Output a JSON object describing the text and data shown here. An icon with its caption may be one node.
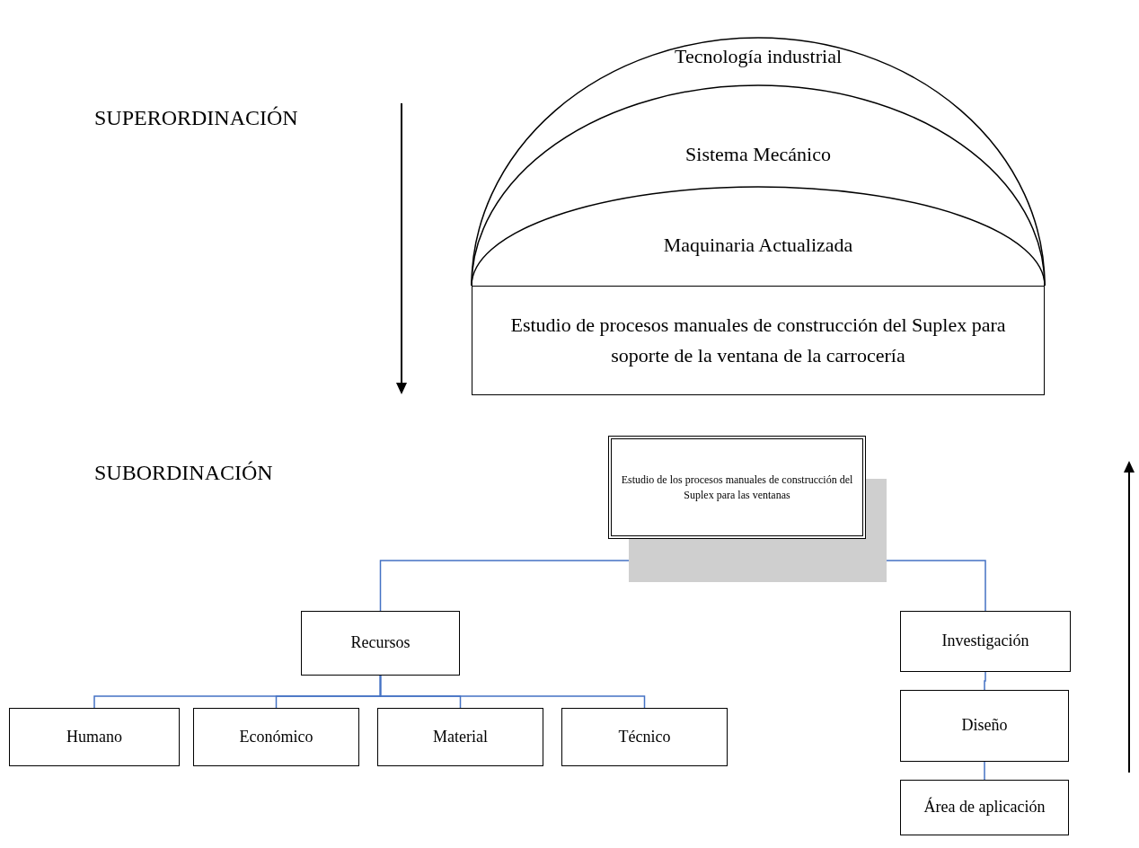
{
  "diagram": {
    "nodes": [
      {
        "text": [
          "Tecnología industrial"
        ]
      },
      {
        "text": [
          "Sistema Mecánico"
        ],
        "in": 0
      },
      {
        "text": [
          "Maquinaria Actualizada"
        ],
        "in": 1
      },
      {
        "text": [
          "Estudio de procesos manuales de construcción del Suplex para soporte de la ventana de la carrocería"
        ]
      },
      {
        "text": [
          "Estudio de los procesos manuales de construcción del Suplex para las ventanas"
        ]
      },
      {
        "text": [
          "Recursos"
        ]
      },
      {
        "text": [
          "Investigación"
        ]
      },
      {
        "text": [
          "Humano"
        ]
      },
      {
        "text": [
          "Económico"
        ]
      },
      {
        "text": [
          "Material"
        ]
      },
      {
        "text": [
          "Técnico"
        ]
      },
      {
        "text": [
          "Diseño"
        ]
      },
      {
        "text": [
          "Área de aplicación"
        ]
      }
    ],
    "edges": [
      {
        "from": 4,
        "to": 5,
        "arrow": "none",
        "color": "#4472c4"
      },
      {
        "from": 4,
        "to": 6,
        "arrow": "none",
        "color": "#4472c4"
      },
      {
        "from": 5,
        "to": 7,
        "arrow": "none",
        "color": "#4472c4"
      },
      {
        "from": 5,
        "to": 8,
        "arrow": "none",
        "color": "#4472c4"
      },
      {
        "from": 5,
        "to": 9,
        "arrow": "none",
        "color": "#4472c4"
      },
      {
        "from": 5,
        "to": 10,
        "arrow": "none",
        "color": "#4472c4"
      },
      {
        "from": 6,
        "to": 11,
        "arrow": "none",
        "color": "#4472c4"
      },
      {
        "from": 11,
        "to": 12,
        "arrow": "none",
        "color": "#4472c4"
      }
    ],
    "labels": [
      "SUPERORDINACIÓN",
      "SUBORDINACIÓN"
    ]
  }
}
